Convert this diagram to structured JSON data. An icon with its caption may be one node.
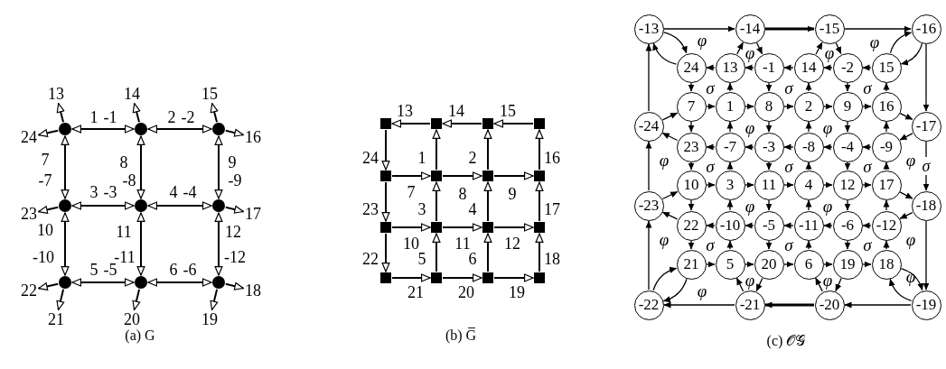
{
  "diagram": {
    "nodes": [
      {
        "text": [],
        "shape": "circle"
      },
      {
        "text": [],
        "shape": "circle"
      },
      {
        "text": [],
        "shape": "circle"
      },
      {
        "text": [],
        "shape": "circle"
      },
      {
        "text": [],
        "shape": "circle"
      },
      {
        "text": [],
        "shape": "circle"
      },
      {
        "text": [],
        "shape": "circle"
      },
      {
        "text": [],
        "shape": "circle"
      },
      {
        "text": [],
        "shape": "circle"
      },
      {
        "text": [],
        "shape": "box"
      },
      {
        "text": [],
        "shape": "box"
      },
      {
        "text": [],
        "shape": "box"
      },
      {
        "text": [],
        "shape": "box"
      },
      {
        "text": [],
        "shape": "box"
      },
      {
        "text": [],
        "shape": "box"
      },
      {
        "text": [],
        "shape": "box"
      },
      {
        "text": [],
        "shape": "box"
      },
      {
        "text": [],
        "shape": "box"
      },
      {
        "text": [],
        "shape": "box"
      },
      {
        "text": [],
        "shape": "box"
      },
      {
        "text": [],
        "shape": "box"
      },
      {
        "text": [],
        "shape": "box"
      },
      {
        "text": [],
        "shape": "box"
      },
      {
        "text": [],
        "shape": "box"
      },
      {
        "text": [],
        "shape": "box"
      },
      {
        "text": [
          "-13"
        ]
      },
      {
        "text": [
          "-14"
        ]
      },
      {
        "text": [
          "-15"
        ]
      },
      {
        "text": [
          "-16"
        ]
      },
      {
        "text": [
          "24"
        ]
      },
      {
        "text": [
          "13"
        ]
      },
      {
        "text": [
          "-1"
        ]
      },
      {
        "text": [
          "14"
        ]
      },
      {
        "text": [
          "-2"
        ]
      },
      {
        "text": [
          "15"
        ]
      },
      {
        "text": [
          "7"
        ]
      },
      {
        "text": [
          "1"
        ]
      },
      {
        "text": [
          "8"
        ]
      },
      {
        "text": [
          "2"
        ]
      },
      {
        "text": [
          "9"
        ]
      },
      {
        "text": [
          "16"
        ]
      },
      {
        "text": [
          "-24"
        ]
      },
      {
        "text": [
          "-17"
        ]
      },
      {
        "text": [
          "23"
        ]
      },
      {
        "text": [
          "-7"
        ]
      },
      {
        "text": [
          "-3"
        ]
      },
      {
        "text": [
          "-8"
        ]
      },
      {
        "text": [
          "-4"
        ]
      },
      {
        "text": [
          "-9"
        ]
      },
      {
        "text": [
          "10"
        ]
      },
      {
        "text": [
          "3"
        ]
      },
      {
        "text": [
          "11"
        ]
      },
      {
        "text": [
          "4"
        ]
      },
      {
        "text": [
          "12"
        ]
      },
      {
        "text": [
          "17"
        ]
      },
      {
        "text": [
          "-23"
        ]
      },
      {
        "text": [
          "-18"
        ]
      },
      {
        "text": [
          "22"
        ]
      },
      {
        "text": [
          "-10"
        ]
      },
      {
        "text": [
          "-5"
        ]
      },
      {
        "text": [
          "-11"
        ]
      },
      {
        "text": [
          "-6"
        ]
      },
      {
        "text": [
          "-12"
        ]
      },
      {
        "text": [
          "21"
        ]
      },
      {
        "text": [
          "5"
        ]
      },
      {
        "text": [
          "20"
        ]
      },
      {
        "text": [
          "6"
        ]
      },
      {
        "text": [
          "19"
        ]
      },
      {
        "text": [
          "18"
        ]
      },
      {
        "text": [
          "-22"
        ]
      },
      {
        "text": [
          "-21"
        ]
      },
      {
        "text": [
          "-20"
        ]
      },
      {
        "text": [
          "-19"
        ]
      },
      {
        "text": [
          "13"
        ]
      },
      {
        "text": [
          "14"
        ]
      },
      {
        "text": [
          "15"
        ]
      },
      {
        "text": [
          "24"
        ]
      },
      {
        "text": [
          "23"
        ]
      },
      {
        "text": [
          "22"
        ]
      },
      {
        "text": [
          "16"
        ]
      },
      {
        "text": [
          "17"
        ]
      },
      {
        "text": [
          "18"
        ]
      },
      {
        "text": [
          "21"
        ]
      },
      {
        "text": [
          "20"
        ]
      },
      {
        "text": [
          "19"
        ]
      }
    ],
    "edges": [
      {
        "from": 0,
        "to": 1,
        "arrow": "both"
      },
      {
        "from": 1,
        "to": 2,
        "arrow": "both"
      },
      {
        "from": 3,
        "to": 4,
        "arrow": "both"
      },
      {
        "from": 4,
        "to": 5,
        "arrow": "both"
      },
      {
        "from": 6,
        "to": 7,
        "arrow": "both"
      },
      {
        "from": 7,
        "to": 8,
        "arrow": "both"
      },
      {
        "from": 0,
        "to": 3,
        "arrow": "both"
      },
      {
        "from": 3,
        "to": 6,
        "arrow": "both"
      },
      {
        "from": 1,
        "to": 4,
        "arrow": "both"
      },
      {
        "from": 4,
        "to": 7,
        "arrow": "both"
      },
      {
        "from": 2,
        "to": 5,
        "arrow": "both"
      },
      {
        "from": 5,
        "to": 8,
        "arrow": "both"
      },
      {
        "from": 0,
        "to": 73,
        "arrow": "to"
      },
      {
        "from": 1,
        "to": 74,
        "arrow": "to"
      },
      {
        "from": 2,
        "to": 75,
        "arrow": "to"
      },
      {
        "from": 0,
        "to": 76,
        "arrow": "to"
      },
      {
        "from": 3,
        "to": 77,
        "arrow": "to"
      },
      {
        "from": 6,
        "to": 78,
        "arrow": "to"
      },
      {
        "from": 2,
        "to": 79,
        "arrow": "to"
      },
      {
        "from": 5,
        "to": 80,
        "arrow": "to"
      },
      {
        "from": 8,
        "to": 81,
        "arrow": "to"
      },
      {
        "from": 6,
        "to": 82,
        "arrow": "to"
      },
      {
        "from": 7,
        "to": 83,
        "arrow": "to"
      },
      {
        "from": 8,
        "to": 84,
        "arrow": "to"
      },
      {
        "from": 10,
        "to": 9,
        "arrow": "to"
      },
      {
        "from": 11,
        "to": 10,
        "arrow": "to"
      },
      {
        "from": 12,
        "to": 11,
        "arrow": "to"
      },
      {
        "from": 13,
        "to": 14,
        "arrow": "to"
      },
      {
        "from": 14,
        "to": 15,
        "arrow": "to"
      },
      {
        "from": 15,
        "to": 16,
        "arrow": "to"
      },
      {
        "from": 17,
        "to": 18,
        "arrow": "to"
      },
      {
        "from": 18,
        "to": 19,
        "arrow": "to"
      },
      {
        "from": 19,
        "to": 20,
        "arrow": "to"
      },
      {
        "from": 21,
        "to": 22,
        "arrow": "to"
      },
      {
        "from": 22,
        "to": 23,
        "arrow": "to"
      },
      {
        "from": 23,
        "to": 24,
        "arrow": "to"
      },
      {
        "from": 9,
        "to": 13,
        "arrow": "to"
      },
      {
        "from": 13,
        "to": 17,
        "arrow": "to"
      },
      {
        "from": 17,
        "to": 21,
        "arrow": "to"
      },
      {
        "from": 14,
        "to": 10,
        "arrow": "to"
      },
      {
        "from": 18,
        "to": 14,
        "arrow": "to"
      },
      {
        "from": 22,
        "to": 18,
        "arrow": "to"
      },
      {
        "from": 15,
        "to": 11,
        "arrow": "to"
      },
      {
        "from": 19,
        "to": 15,
        "arrow": "to"
      },
      {
        "from": 23,
        "to": 19,
        "arrow": "to"
      },
      {
        "from": 16,
        "to": 12,
        "arrow": "to"
      },
      {
        "from": 20,
        "to": 16,
        "arrow": "to"
      },
      {
        "from": 24,
        "to": 20,
        "arrow": "to"
      },
      {
        "from": 25,
        "to": 26,
        "arrow": "to"
      },
      {
        "from": 26,
        "to": 27,
        "arrow": "to",
        "style": "thick"
      },
      {
        "from": 27,
        "to": 28,
        "arrow": "to"
      },
      {
        "from": 28,
        "to": 42,
        "arrow": "to"
      },
      {
        "from": 42,
        "to": 56,
        "arrow": "to",
        "label": "σ"
      },
      {
        "from": 56,
        "to": 72,
        "arrow": "to"
      },
      {
        "from": 72,
        "to": 71,
        "arrow": "to"
      },
      {
        "from": 71,
        "to": 70,
        "arrow": "to",
        "style": "thick"
      },
      {
        "from": 70,
        "to": 69,
        "arrow": "to"
      },
      {
        "from": 69,
        "to": 55,
        "arrow": "to"
      },
      {
        "from": 55,
        "to": 41,
        "arrow": "to"
      },
      {
        "from": 41,
        "to": 25,
        "arrow": "to"
      },
      {
        "from": 25,
        "to": 29,
        "arrow": "to"
      },
      {
        "from": 29,
        "to": 25,
        "arrow": "to"
      },
      {
        "from": 30,
        "to": 26,
        "arrow": "to"
      },
      {
        "from": 26,
        "to": 31,
        "arrow": "to"
      },
      {
        "from": 32,
        "to": 27,
        "arrow": "to"
      },
      {
        "from": 27,
        "to": 33,
        "arrow": "to"
      },
      {
        "from": 34,
        "to": 28,
        "arrow": "to"
      },
      {
        "from": 28,
        "to": 34,
        "arrow": "to"
      },
      {
        "from": 41,
        "to": 35,
        "arrow": "to"
      },
      {
        "from": 43,
        "to": 41,
        "arrow": "to"
      },
      {
        "from": 40,
        "to": 42,
        "arrow": "to"
      },
      {
        "from": 42,
        "to": 48,
        "arrow": "to"
      },
      {
        "from": 55,
        "to": 49,
        "arrow": "to"
      },
      {
        "from": 57,
        "to": 55,
        "arrow": "to"
      },
      {
        "from": 54,
        "to": 56,
        "arrow": "to"
      },
      {
        "from": 56,
        "to": 62,
        "arrow": "to"
      },
      {
        "from": 63,
        "to": 69,
        "arrow": "to"
      },
      {
        "from": 69,
        "to": 63,
        "arrow": "to"
      },
      {
        "from": 70,
        "to": 64,
        "arrow": "to"
      },
      {
        "from": 65,
        "to": 70,
        "arrow": "to"
      },
      {
        "from": 71,
        "to": 66,
        "arrow": "to"
      },
      {
        "from": 67,
        "to": 71,
        "arrow": "to"
      },
      {
        "from": 68,
        "to": 72,
        "arrow": "to"
      },
      {
        "from": 72,
        "to": 68,
        "arrow": "to"
      },
      {
        "from": 30,
        "to": 29,
        "arrow": "to"
      },
      {
        "from": 31,
        "to": 30,
        "arrow": "to"
      },
      {
        "from": 32,
        "to": 31,
        "arrow": "to"
      },
      {
        "from": 33,
        "to": 32,
        "arrow": "to"
      },
      {
        "from": 34,
        "to": 33,
        "arrow": "to"
      },
      {
        "from": 35,
        "to": 36,
        "arrow": "to"
      },
      {
        "from": 36,
        "to": 37,
        "arrow": "to"
      },
      {
        "from": 37,
        "to": 38,
        "arrow": "to"
      },
      {
        "from": 38,
        "to": 39,
        "arrow": "to"
      },
      {
        "from": 39,
        "to": 40,
        "arrow": "to"
      },
      {
        "from": 44,
        "to": 43,
        "arrow": "to"
      },
      {
        "from": 45,
        "to": 44,
        "arrow": "to"
      },
      {
        "from": 46,
        "to": 45,
        "arrow": "to"
      },
      {
        "from": 47,
        "to": 46,
        "arrow": "to"
      },
      {
        "from": 48,
        "to": 47,
        "arrow": "to"
      },
      {
        "from": 49,
        "to": 50,
        "arrow": "to"
      },
      {
        "from": 50,
        "to": 51,
        "arrow": "to"
      },
      {
        "from": 51,
        "to": 52,
        "arrow": "to"
      },
      {
        "from": 52,
        "to": 53,
        "arrow": "to"
      },
      {
        "from": 53,
        "to": 54,
        "arrow": "to"
      },
      {
        "from": 58,
        "to": 57,
        "arrow": "to"
      },
      {
        "from": 59,
        "to": 58,
        "arrow": "to"
      },
      {
        "from": 60,
        "to": 59,
        "arrow": "to"
      },
      {
        "from": 61,
        "to": 60,
        "arrow": "to"
      },
      {
        "from": 62,
        "to": 61,
        "arrow": "to"
      },
      {
        "from": 63,
        "to": 64,
        "arrow": "to"
      },
      {
        "from": 64,
        "to": 65,
        "arrow": "to"
      },
      {
        "from": 65,
        "to": 66,
        "arrow": "to"
      },
      {
        "from": 66,
        "to": 67,
        "arrow": "to"
      },
      {
        "from": 67,
        "to": 68,
        "arrow": "to"
      },
      {
        "from": 29,
        "to": 35,
        "arrow": "to"
      },
      {
        "from": 35,
        "to": 43,
        "arrow": "to"
      },
      {
        "from": 43,
        "to": 49,
        "arrow": "to"
      },
      {
        "from": 49,
        "to": 57,
        "arrow": "to"
      },
      {
        "from": 57,
        "to": 63,
        "arrow": "to"
      },
      {
        "from": 36,
        "to": 30,
        "arrow": "to"
      },
      {
        "from": 44,
        "to": 36,
        "arrow": "to"
      },
      {
        "from": 50,
        "to": 44,
        "arrow": "to"
      },
      {
        "from": 58,
        "to": 50,
        "arrow": "to"
      },
      {
        "from": 64,
        "to": 58,
        "arrow": "to"
      },
      {
        "from": 31,
        "to": 37,
        "arrow": "to"
      },
      {
        "from": 37,
        "to": 45,
        "arrow": "to"
      },
      {
        "from": 45,
        "to": 51,
        "arrow": "to"
      },
      {
        "from": 51,
        "to": 59,
        "arrow": "to"
      },
      {
        "from": 59,
        "to": 65,
        "arrow": "to"
      },
      {
        "from": 38,
        "to": 32,
        "arrow": "to"
      },
      {
        "from": 46,
        "to": 38,
        "arrow": "to"
      },
      {
        "from": 52,
        "to": 46,
        "arrow": "to"
      },
      {
        "from": 60,
        "to": 52,
        "arrow": "to"
      },
      {
        "from": 66,
        "to": 60,
        "arrow": "to"
      },
      {
        "from": 33,
        "to": 39,
        "arrow": "to"
      },
      {
        "from": 39,
        "to": 47,
        "arrow": "to"
      },
      {
        "from": 47,
        "to": 53,
        "arrow": "to"
      },
      {
        "from": 53,
        "to": 61,
        "arrow": "to"
      },
      {
        "from": 61,
        "to": 67,
        "arrow": "to"
      },
      {
        "from": 40,
        "to": 34,
        "arrow": "to"
      },
      {
        "from": 48,
        "to": 40,
        "arrow": "to"
      },
      {
        "from": 54,
        "to": 48,
        "arrow": "to"
      },
      {
        "from": 62,
        "to": 54,
        "arrow": "to"
      },
      {
        "from": 68,
        "to": 62,
        "arrow": "to"
      }
    ],
    "labels": [
      "1",
      "-1",
      "2",
      "-2",
      "7",
      "8",
      "9",
      "-7",
      "-8",
      "-9",
      "3",
      "-3",
      "4",
      "-4",
      "10",
      "11",
      "12",
      "-10",
      "-11",
      "-12",
      "5",
      "-5",
      "6",
      "-6",
      "13",
      "14",
      "15",
      "24",
      "1",
      "2",
      "16",
      "7",
      "8",
      "9",
      "23",
      "3",
      "4",
      "17",
      "10",
      "11",
      "12",
      "22",
      "5",
      "6",
      "18",
      "21",
      "20",
      "19",
      "σ",
      "σ",
      "σ",
      "σ",
      "σ",
      "σ",
      "σ",
      "σ",
      "σ",
      "φ",
      "φ",
      "φ",
      "φ",
      "φ",
      "φ",
      "φ",
      "φ",
      "φ",
      "φ",
      "φ",
      "φ",
      "φ",
      "φ",
      "φ",
      "φ",
      "(a) G",
      "(b) G̅",
      "(c) 𝒪𝒢"
    ]
  }
}
